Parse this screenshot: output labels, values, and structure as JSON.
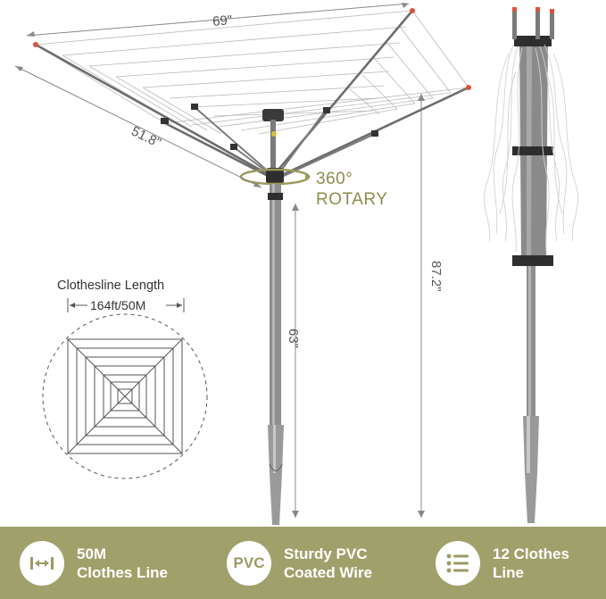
{
  "dimensions": {
    "width_label": "69\"",
    "arm_label": "51.8\"",
    "total_height_label": "87.2\"",
    "pole_height_label": "63\""
  },
  "rotary": {
    "line1": "360°",
    "line2": "ROTARY"
  },
  "clothesline": {
    "title": "Clothesline Length",
    "length": "164ft/50M"
  },
  "features": [
    {
      "icon": "length-arrows-icon",
      "line1": "50M",
      "line2": "Clothes Line"
    },
    {
      "icon": "pvc-text-icon",
      "badge_text": "PVC",
      "line1": "Sturdy PVC",
      "line2": "Coated Wire"
    },
    {
      "icon": "list-lines-icon",
      "line1": "12 Clothes",
      "line2": "Line"
    }
  ],
  "colors": {
    "accent": "#a0a06b",
    "accent_text": "#8c8c4e",
    "pole": "#8a8a8a",
    "tip": "#e0503c"
  }
}
